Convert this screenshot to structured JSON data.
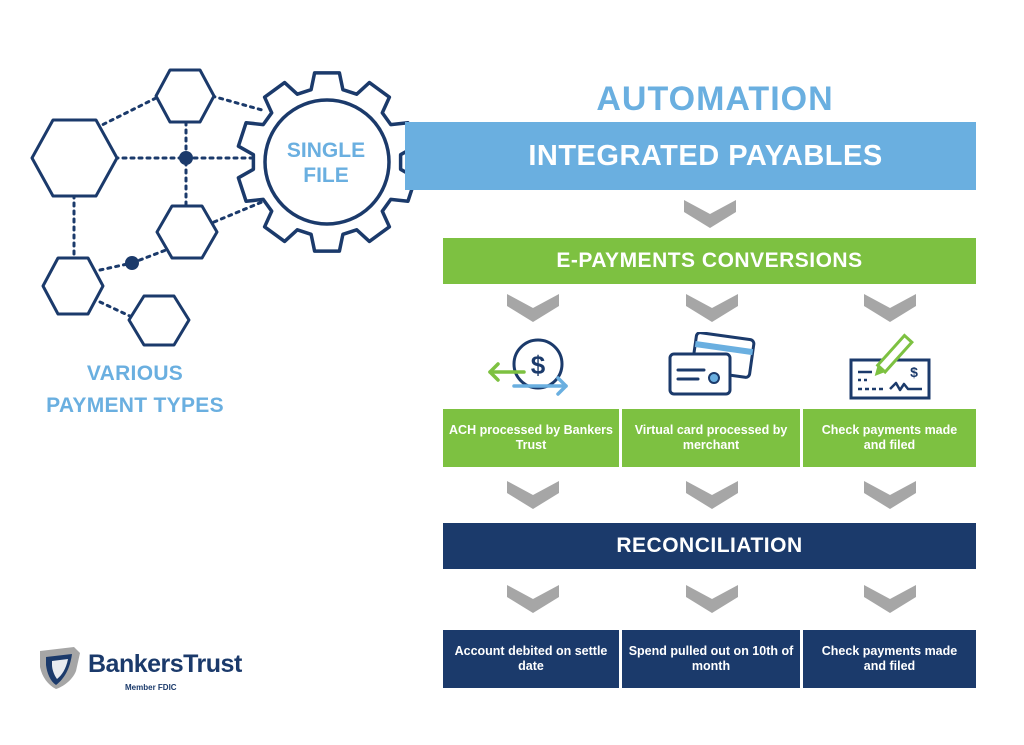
{
  "title": "AUTOMATION",
  "integrated": "INTEGRATED PAYABLES",
  "single_file": "SINGLE FILE",
  "various": "VARIOUS PAYMENT TYPES",
  "conversions": "E-PAYMENTS CONVERSIONS",
  "processing": [
    {
      "label": "ACH processed by Bankers Trust",
      "icon": "ach-dollar-icon"
    },
    {
      "label": "Virtual card processed by merchant",
      "icon": "virtual-card-icon"
    },
    {
      "label": "Check payments made and filed",
      "icon": "check-pen-icon"
    }
  ],
  "reconciliation": "RECONCILIATION",
  "outcomes": [
    {
      "label": "Account debited on settle date"
    },
    {
      "label": "Spend pulled out on 10th of month"
    },
    {
      "label": "Check payments made and filed"
    }
  ],
  "logo": {
    "name": "BankersTrust",
    "sub": "Member FDIC"
  },
  "colors": {
    "light_blue": "#6aafe0",
    "green": "#7dc141",
    "navy": "#1b3a6b",
    "gray": "#a6a6a6"
  }
}
